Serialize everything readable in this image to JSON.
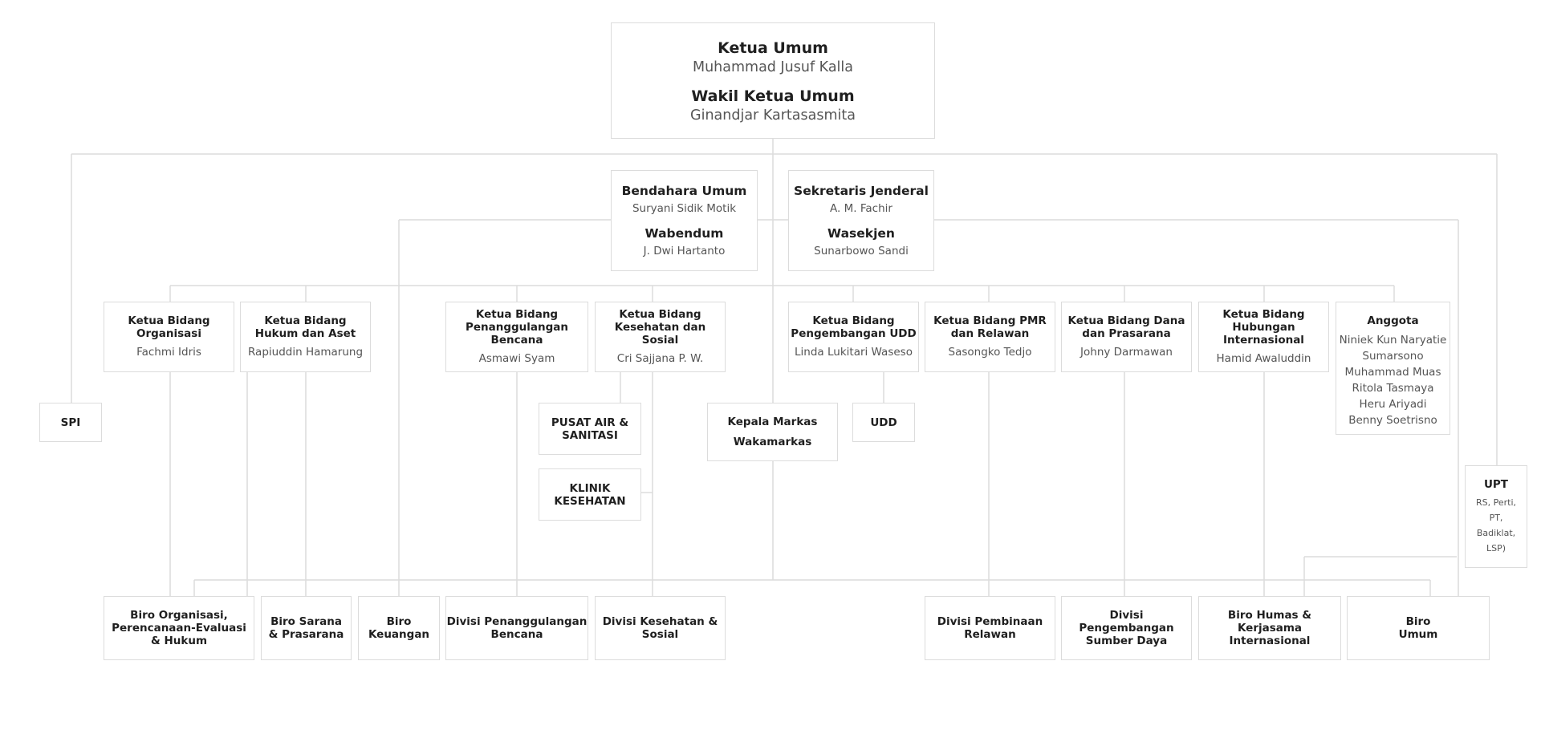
{
  "top": {
    "title": "Ketua Umum",
    "name": "Muhammad Jusuf Kalla",
    "title2": "Wakil Ketua Umum",
    "name2": "Ginandjar Kartasasmita"
  },
  "treasurer": {
    "title": "Bendahara Umum",
    "name": "Suryani Sidik Motik",
    "title2": "Wabendum",
    "name2": "J. Dwi Hartanto"
  },
  "secretary": {
    "title": "Sekretaris Jenderal",
    "name": "A. M. Fachir",
    "title2": "Wasekjen",
    "name2": "Sunarbowo Sandi"
  },
  "bidang": [
    {
      "title": "Ketua Bidang\nOrganisasi",
      "name": "Fachmi Idris"
    },
    {
      "title": "Ketua Bidang\nHukum dan Aset",
      "name": "Rapiuddin Hamarung"
    },
    {
      "title": "Ketua Bidang\nPenanggulangan Bencana",
      "name": "Asmawi Syam"
    },
    {
      "title": "Ketua Bidang\nKesehatan dan Sosial",
      "name": "Cri Sajjana P. W."
    },
    {
      "title": "Ketua Bidang\nPengembangan UDD",
      "name": "Linda Lukitari Waseso"
    },
    {
      "title": "Ketua Bidang PMR\ndan Relawan",
      "name": "Sasongko Tedjo"
    },
    {
      "title": "Ketua Bidang Dana\ndan Prasarana",
      "name": "Johny Darmawan"
    },
    {
      "title": "Ketua Bidang\nHubungan Internasional",
      "name": "Hamid Awaluddin"
    }
  ],
  "anggota": {
    "title": "Anggota",
    "members": [
      "Niniek Kun Naryatie",
      "Sumarsono",
      "Muhammad Muas",
      "Ritola Tasmaya",
      "Heru Ariyadi",
      "Benny Soetrisno"
    ]
  },
  "units": {
    "spi": "SPI",
    "pusat_air": "PUSAT AIR &\nSANITASI",
    "klinik": "KLINIK\nKESEHATAN",
    "markas": "Kepala Markas",
    "wakamarkas": "Wakamarkas",
    "udd": "UDD",
    "upt": "UPT",
    "upt_sub": "RS, Perti, PT, Badiklat, LSP)"
  },
  "biro": [
    "Biro Organisasi,\nPerencanaan-Evaluasi\n& Hukum",
    "Biro Sarana\n& Prasarana",
    "Biro\nKeuangan",
    "Divisi Penanggulangan\nBencana",
    "Divisi Kesehatan &\nSosial",
    "Divisi Pembinaan\nRelawan",
    "Divisi Pengembangan\nSumber Daya",
    "Biro Humas & Kerjasama\nInternasional",
    "Biro\nUmum"
  ]
}
